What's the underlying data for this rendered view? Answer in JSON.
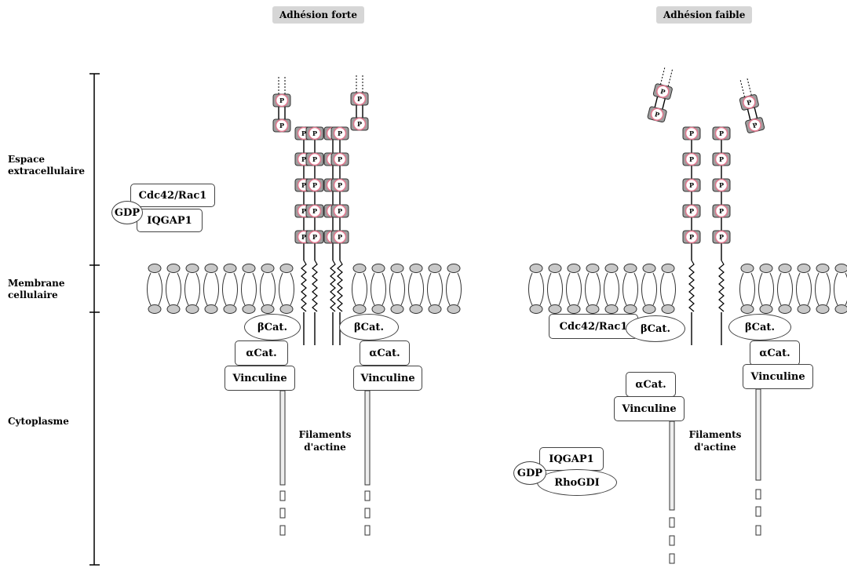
{
  "headers": {
    "strong": "Adhésion forte",
    "weak": "Adhésion faible"
  },
  "regions": {
    "extracellular": [
      "Espace",
      "extracellulaire"
    ],
    "membrane": [
      "Membrane",
      "cellulaire"
    ],
    "cytoplasm": "Cytoplasme"
  },
  "labels": {
    "cdc42": "Cdc42/Rac1",
    "gdp": "GDP",
    "iqgap1": "IQGAP1",
    "rhogdi": "RhoGDI",
    "beta_cat": "βCat.",
    "alpha_cat": "αCat.",
    "vinculin": "Vinculine",
    "actin": [
      "Filaments",
      "d'actine"
    ],
    "p": "P"
  },
  "colors": {
    "header_bg": "#d6d6d6",
    "cadherin_domain": "#9e9e9e",
    "phospho_circle": "#e07a90",
    "lipid_head": "#c8c8c8",
    "outline": "#444444"
  }
}
